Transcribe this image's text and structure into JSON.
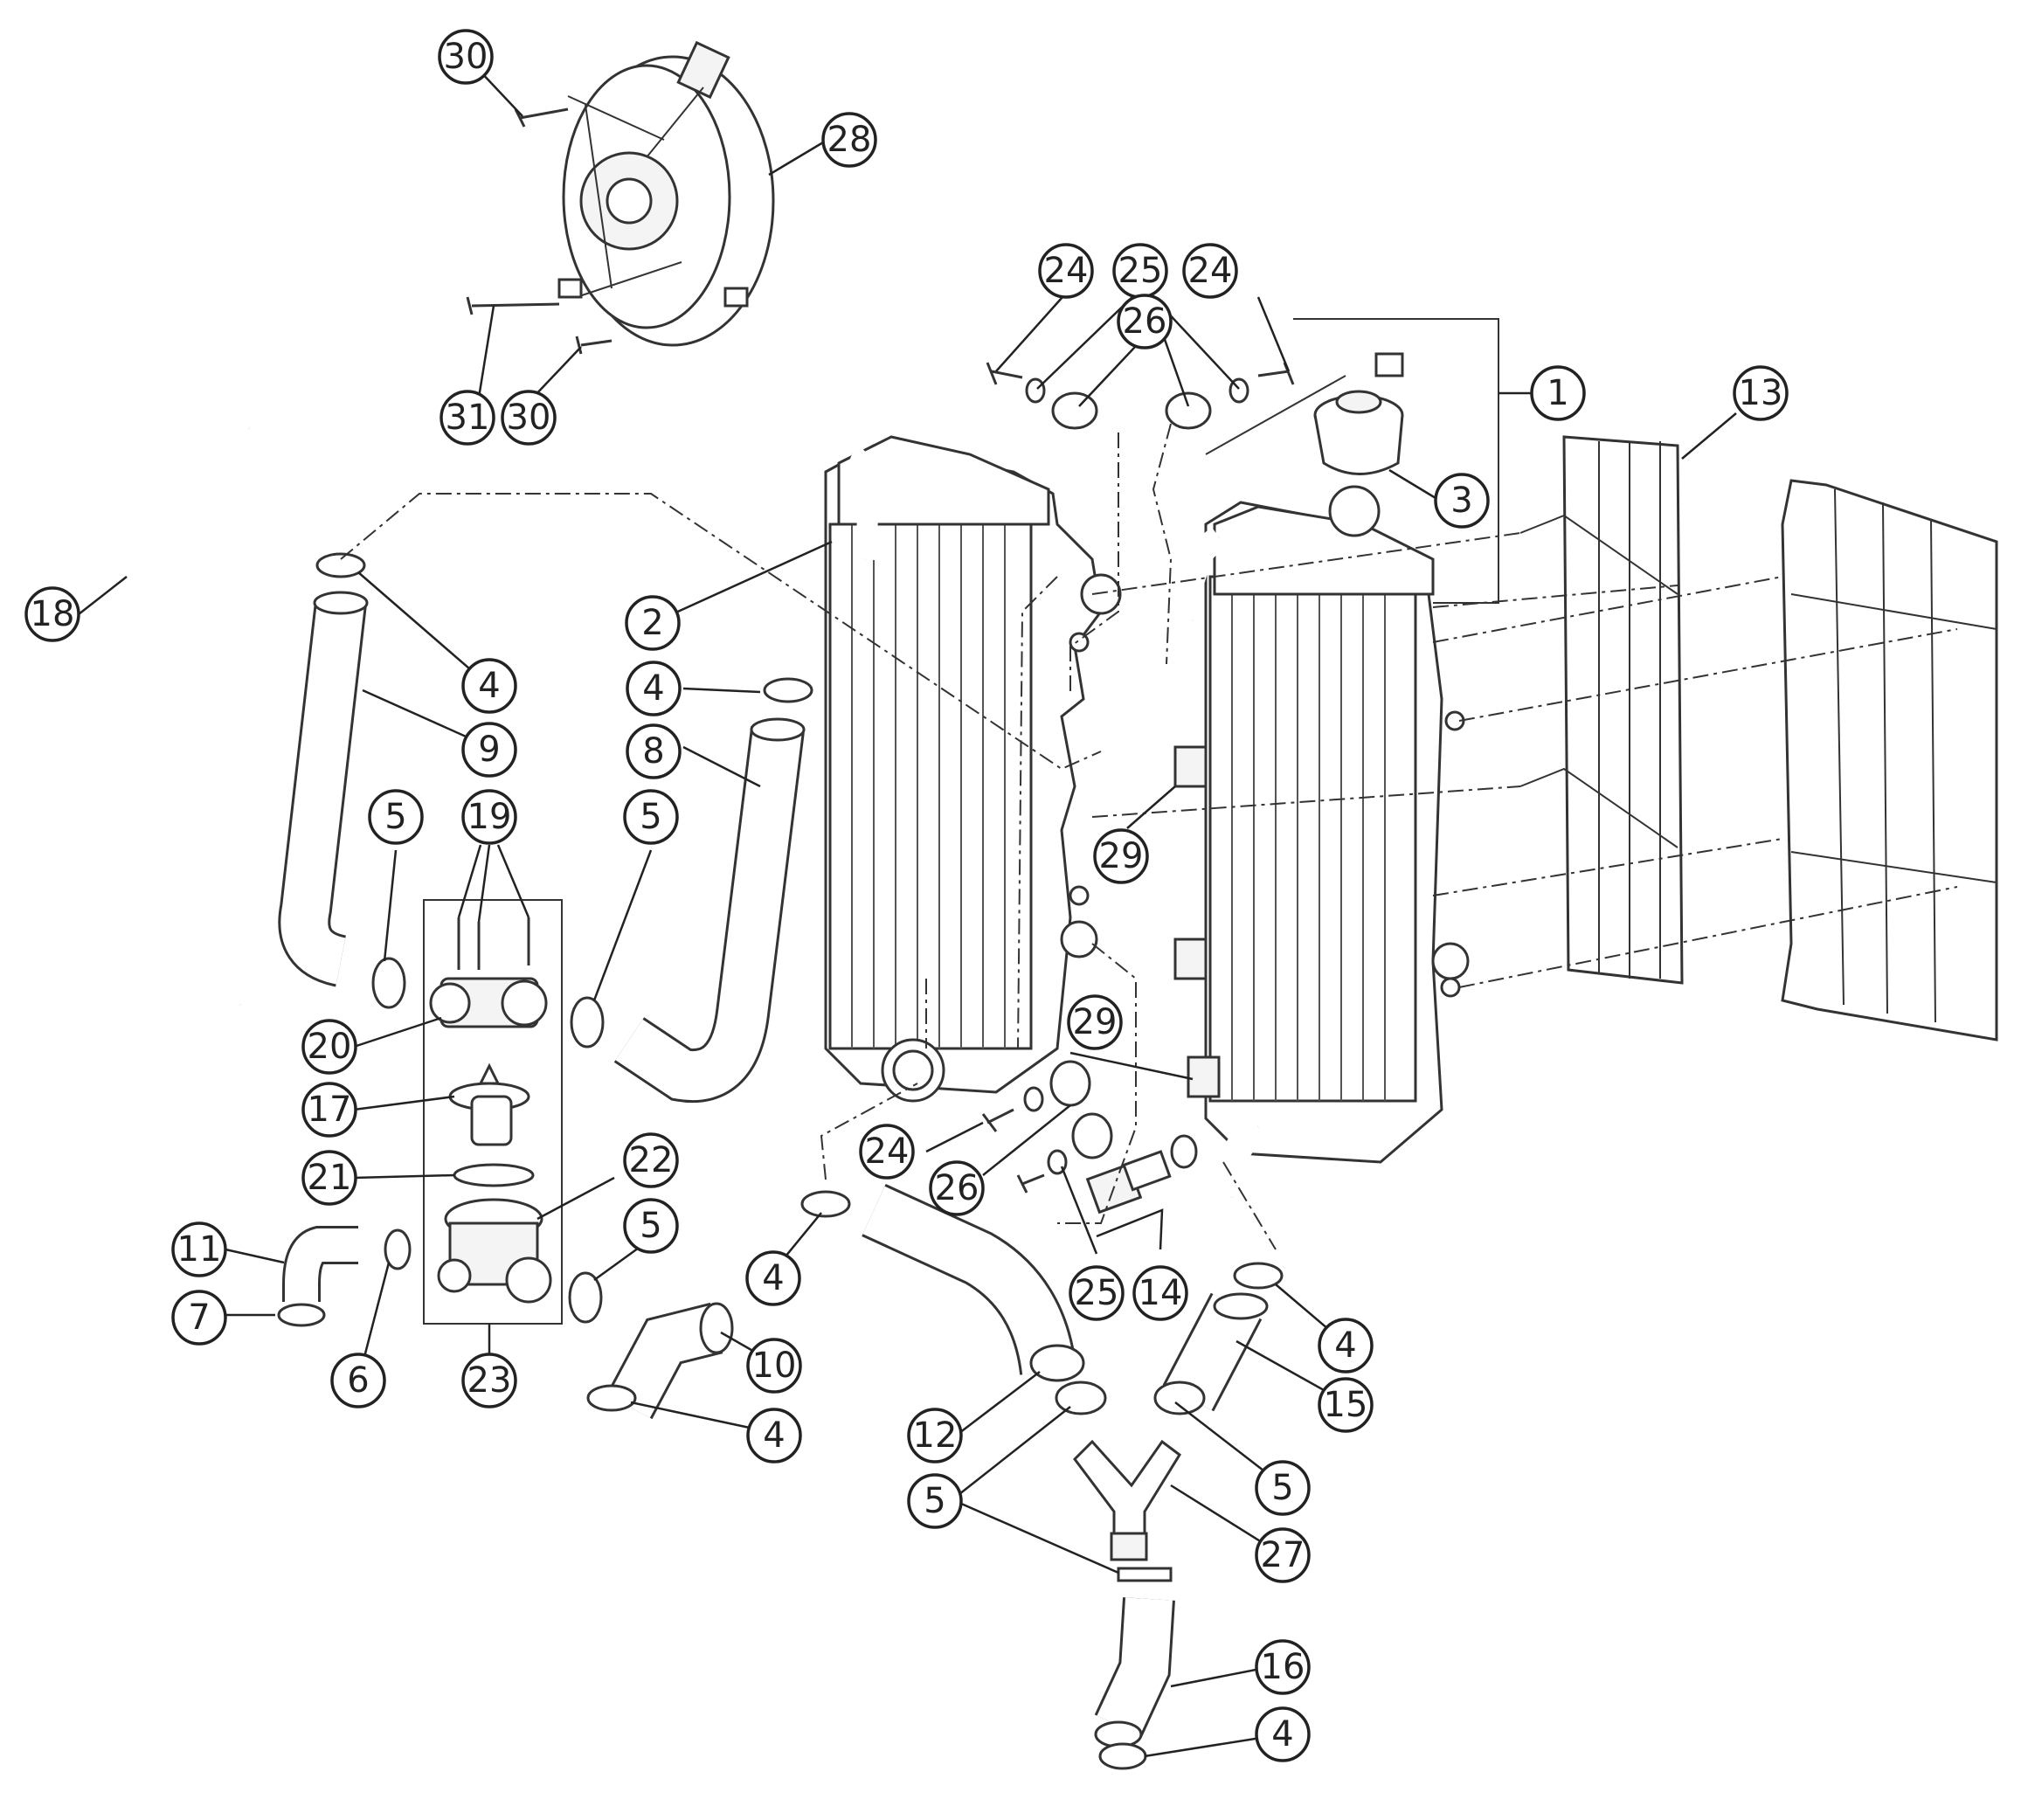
{
  "diagram": {
    "callouts": [
      {
        "label": "30"
      },
      {
        "label": "28"
      },
      {
        "label": "31"
      },
      {
        "label": "30"
      },
      {
        "label": "24"
      },
      {
        "label": "25"
      },
      {
        "label": "24"
      },
      {
        "label": "26"
      },
      {
        "label": "1"
      },
      {
        "label": "13"
      },
      {
        "label": "3"
      },
      {
        "label": "18"
      },
      {
        "label": "2"
      },
      {
        "label": "4"
      },
      {
        "label": "9"
      },
      {
        "label": "4"
      },
      {
        "label": "8"
      },
      {
        "label": "5"
      },
      {
        "label": "19"
      },
      {
        "label": "5"
      },
      {
        "label": "29"
      },
      {
        "label": "20"
      },
      {
        "label": "29"
      },
      {
        "label": "17"
      },
      {
        "label": "24"
      },
      {
        "label": "21"
      },
      {
        "label": "26"
      },
      {
        "label": "22"
      },
      {
        "label": "5"
      },
      {
        "label": "11"
      },
      {
        "label": "4"
      },
      {
        "label": "25"
      },
      {
        "label": "14"
      },
      {
        "label": "7"
      },
      {
        "label": "4"
      },
      {
        "label": "6"
      },
      {
        "label": "23"
      },
      {
        "label": "10"
      },
      {
        "label": "15"
      },
      {
        "label": "4"
      },
      {
        "label": "12"
      },
      {
        "label": "5"
      },
      {
        "label": "5"
      },
      {
        "label": "27"
      },
      {
        "label": "16"
      },
      {
        "label": "4"
      }
    ],
    "colors": {
      "line": "#222222",
      "background": "#ffffff"
    }
  }
}
